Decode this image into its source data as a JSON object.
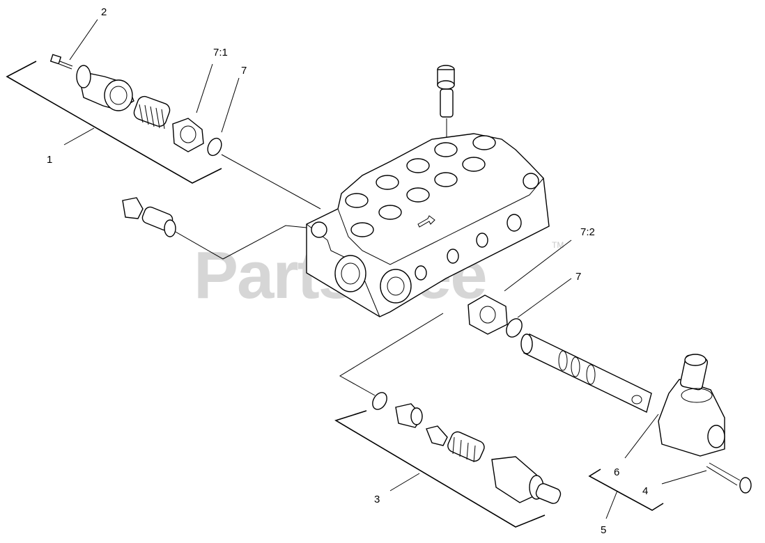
{
  "watermark": {
    "text": "PartsTree",
    "tm": "TM"
  },
  "callouts": {
    "c1": "1",
    "c2": "2",
    "c3": "3",
    "c4": "4",
    "c5": "5",
    "c6": "6",
    "c7_top": "7",
    "c7_right": "7",
    "c7_1": "7:1",
    "c7_2": "7:2"
  }
}
